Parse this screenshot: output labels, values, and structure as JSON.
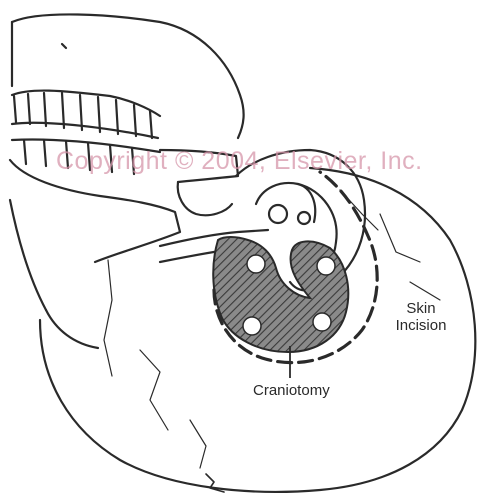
{
  "labels": {
    "skin_incision": "Skin Incision",
    "skin_incision_line1": "Skin",
    "skin_incision_line2": "Incision",
    "craniotomy": "Craniotomy"
  },
  "watermark": "Copyright © 2004, Elsevier, Inc.",
  "colors": {
    "line": "#2a2a2a",
    "hatch": "#5a5a5a",
    "watermark": "#d696aa",
    "background": "#ffffff"
  }
}
